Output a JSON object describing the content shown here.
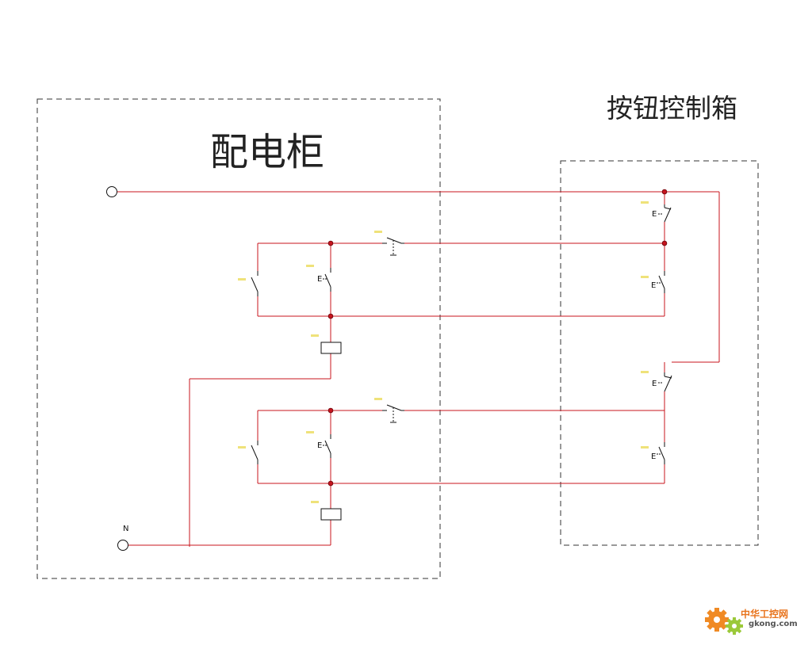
{
  "diagram": {
    "title_left": "配电柜",
    "title_right": "按钮控制箱",
    "terminal_n_label": "N",
    "button_marker": "E",
    "colors": {
      "wire": "#c8141e",
      "frame": "#333333",
      "tag": "#e8d84a"
    }
  },
  "watermark": {
    "name_cn": "中华工控网",
    "domain": "gkong.com",
    "icon": "gear-icon"
  }
}
